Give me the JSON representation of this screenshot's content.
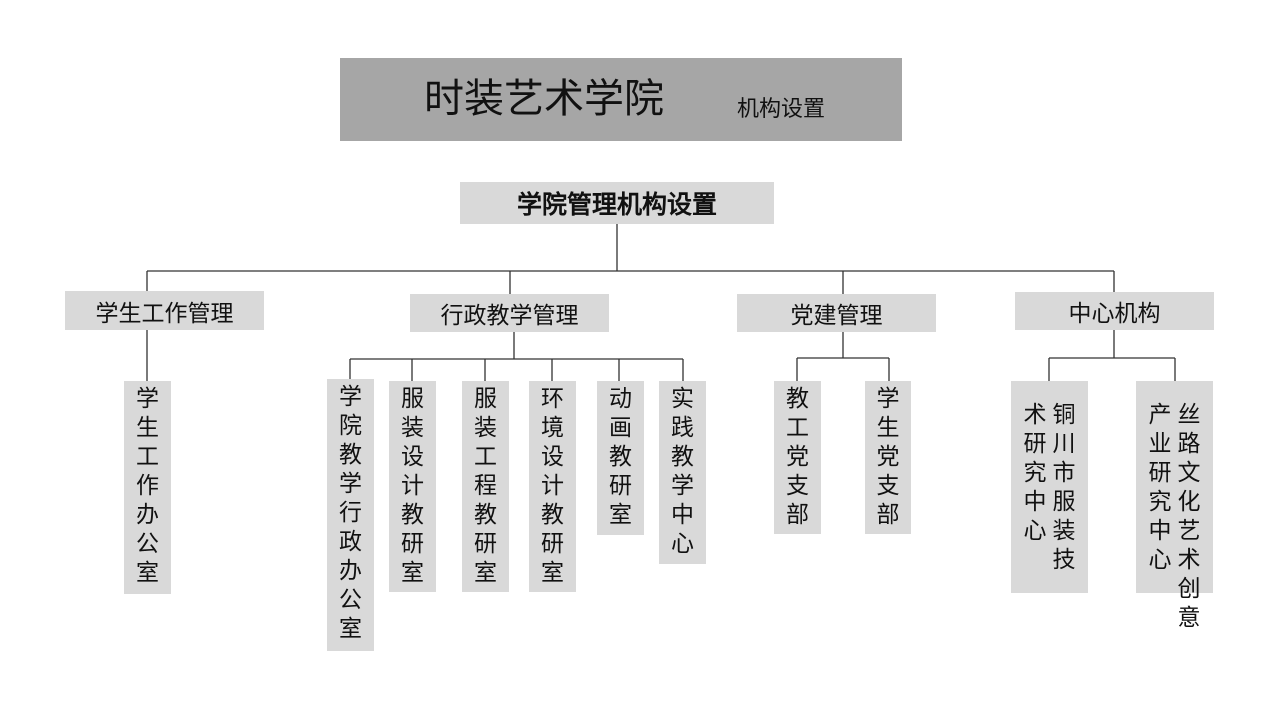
{
  "banner": {
    "title": "时装艺术学院",
    "subtitle": "机构设置"
  },
  "root": {
    "label": "学院管理机构设置"
  },
  "branches": [
    {
      "label": "学生工作管理",
      "children": [
        "学生工作办公室"
      ]
    },
    {
      "label": "行政教学管理",
      "children": [
        "学院教学行政办公室",
        "服装设计教研室",
        "服装工程教研室",
        "环境设计教研室",
        "动画教研室",
        "实践教学中心"
      ]
    },
    {
      "label": "党建管理",
      "children": [
        "教工党支部",
        "学生党支部"
      ]
    },
    {
      "label": "中心机构",
      "children": [
        "铜川市服装技术研究中心",
        "丝路文化艺术创意产业研究中心"
      ]
    }
  ],
  "colors": {
    "banner": "#a6a6a6",
    "box": "#d9d9d9",
    "line": "#333333"
  }
}
